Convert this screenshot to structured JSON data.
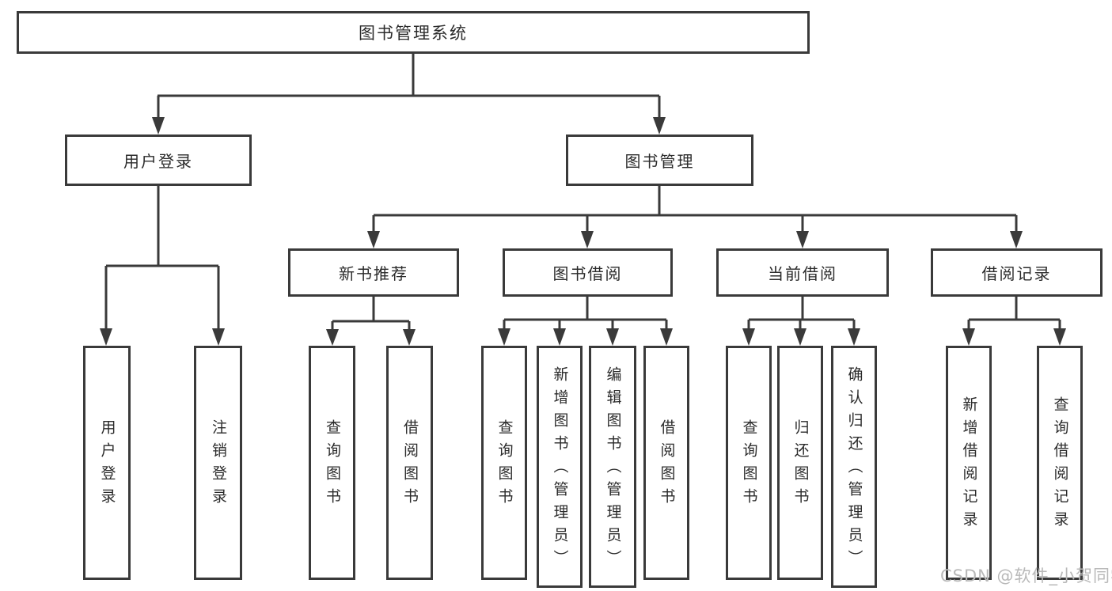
{
  "tree": {
    "label": "图书管理系统",
    "children": [
      {
        "label": "用户登录",
        "children": [
          {
            "label": "用户登录"
          },
          {
            "label": "注销登录"
          }
        ]
      },
      {
        "label": "图书管理",
        "children": [
          {
            "label": "新书推荐",
            "children": [
              {
                "label": "查询图书"
              },
              {
                "label": "借阅图书"
              }
            ]
          },
          {
            "label": "图书借阅",
            "children": [
              {
                "label": "查询图书"
              },
              {
                "label": "新增图书（管理员）"
              },
              {
                "label": "编辑图书（管理员）"
              },
              {
                "label": "借阅图书"
              }
            ]
          },
          {
            "label": "当前借阅",
            "children": [
              {
                "label": "查询图书"
              },
              {
                "label": "归还图书"
              },
              {
                "label": "确认归还（管理员）"
              }
            ]
          },
          {
            "label": "借阅记录",
            "children": [
              {
                "label": "新增借阅记录"
              },
              {
                "label": "查询借阅记录"
              }
            ]
          }
        ]
      }
    ]
  },
  "watermark": {
    "text": "CSDN @软件_小贺同学"
  },
  "colors": {
    "line": "#3a3a3a",
    "box_border": "#3a3a3a",
    "text": "#2b2b2b",
    "background": "#ffffff",
    "watermark": "#b9b9b9"
  }
}
